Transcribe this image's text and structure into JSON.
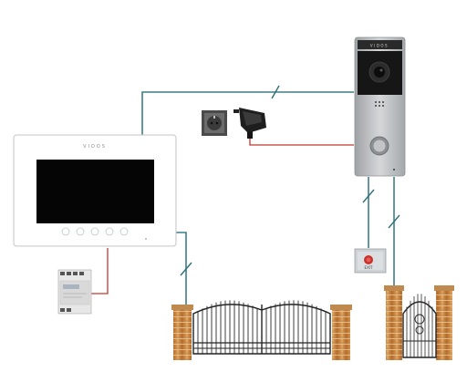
{
  "diagram": {
    "monitor": {
      "brand": "VIDOS",
      "touch_buttons": [
        "home-icon",
        "lock-icon",
        "mute-icon",
        "gear-icon",
        "call-icon"
      ]
    },
    "door_station": {
      "brand": "VIDOS"
    },
    "exit_button": {
      "label": "EXIT"
    },
    "colors": {
      "bus_wire": "#3d7f86",
      "power_wire": "#c13a2f",
      "brick": "#c9823c",
      "metal": "#2a2a2a",
      "station_silver": "#b7b9bb"
    },
    "devices": [
      "indoor-monitor",
      "outdoor-door-station",
      "power-adapter",
      "wall-socket",
      "din-power-supply",
      "exit-button",
      "entrance-gate",
      "wicket-gate"
    ]
  }
}
